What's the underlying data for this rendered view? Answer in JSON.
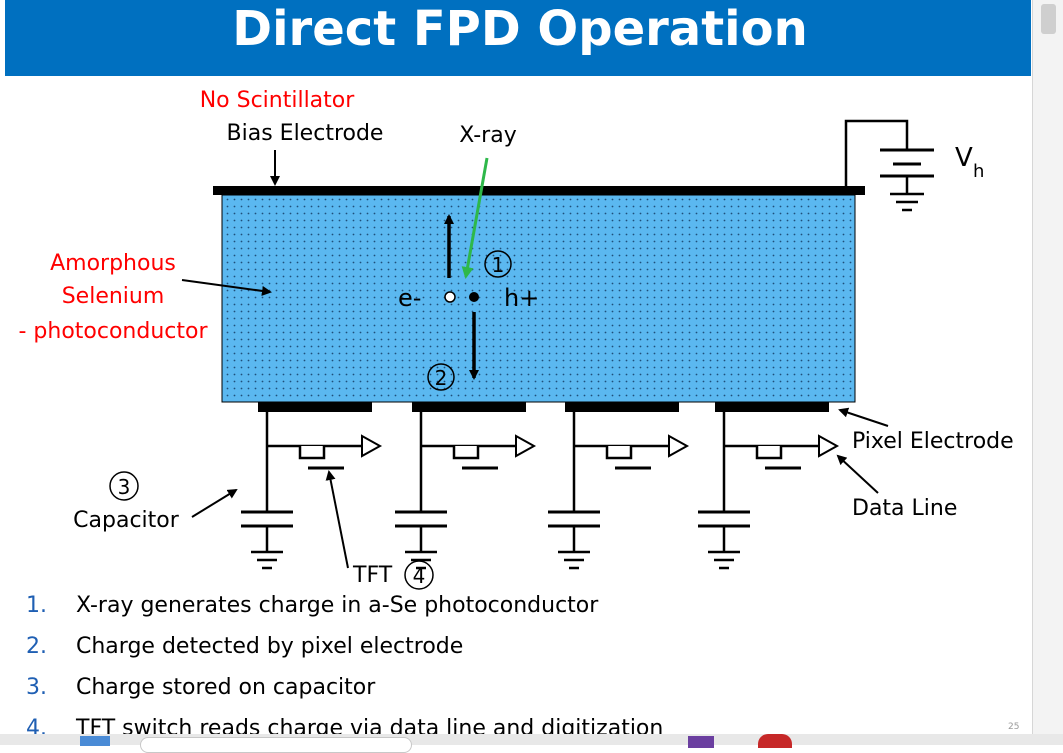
{
  "slide": {
    "title": "Direct FPD Operation",
    "page_number": "25"
  },
  "labels": {
    "no_scintillator": "No Scintillator",
    "bias_electrode": "Bias Electrode",
    "xray": "X-ray",
    "vh_main": "V",
    "vh_sub": "h",
    "amorphous_1": "Amorphous",
    "amorphous_2": "Selenium",
    "amorphous_3": "- photoconductor",
    "electron": "e-",
    "hole": "h+",
    "step1": "1",
    "step2": "2",
    "step3": "3",
    "step4": "4",
    "pixel_electrode": "Pixel Electrode",
    "data_line": "Data Line",
    "capacitor": "Capacitor",
    "tft": "TFT"
  },
  "list": [
    {
      "num": "1.",
      "text": "X-ray generates charge in a-Se photoconductor"
    },
    {
      "num": "2.",
      "text": "Charge detected by pixel electrode"
    },
    {
      "num": "3.",
      "text": "Charge stored on capacitor"
    },
    {
      "num": "4.",
      "text": "TFT switch reads charge via data line and digitization"
    }
  ],
  "colors": {
    "title_bar": "#0070c0",
    "selenium": "#5bb8f0",
    "xray_arrow": "#2eb84a",
    "red_label": "#ff0000"
  }
}
